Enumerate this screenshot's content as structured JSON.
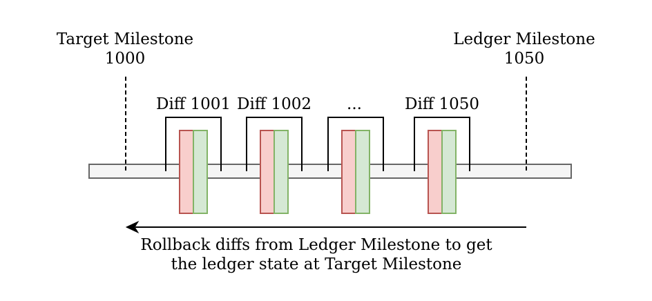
{
  "target": {
    "title": "Target Milestone",
    "value": "1000"
  },
  "ledger": {
    "title": "Ledger Milestone",
    "value": "1050"
  },
  "diffs": [
    {
      "label": "Diff 1001"
    },
    {
      "label": "Diff 1002"
    },
    {
      "label": "..."
    },
    {
      "label": "Diff 1050"
    }
  ],
  "caption": {
    "line1": "Rollback diffs from Ledger Milestone to get",
    "line2": "the ledger state at Target Milestone"
  },
  "colors": {
    "background": "#ffffff",
    "timeline_fill": "#f5f5f5",
    "timeline_stroke": "#666666",
    "red_fill": "#f8cecc",
    "red_stroke": "#b85450",
    "green_fill": "#d5e8d4",
    "green_stroke": "#82b366",
    "line": "#000000"
  }
}
